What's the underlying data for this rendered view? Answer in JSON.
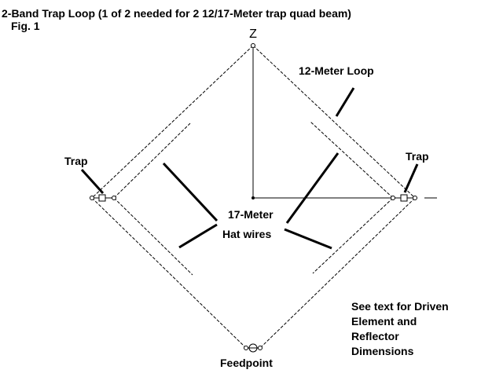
{
  "title": "2-Band Trap Loop (1 of 2 needed for 2 12/17-Meter trap quad beam)",
  "figure": "Fig. 1",
  "axis_label": "Z",
  "labels": {
    "loop_12m": "12-Meter Loop",
    "trap_left": "Trap",
    "trap_right": "Trap",
    "hat_line1": "17-Meter",
    "hat_line2": "Hat wires",
    "feedpoint": "Feedpoint",
    "note": [
      "See text for Driven",
      "Element and",
      "Reflector",
      "Dimensions"
    ]
  }
}
